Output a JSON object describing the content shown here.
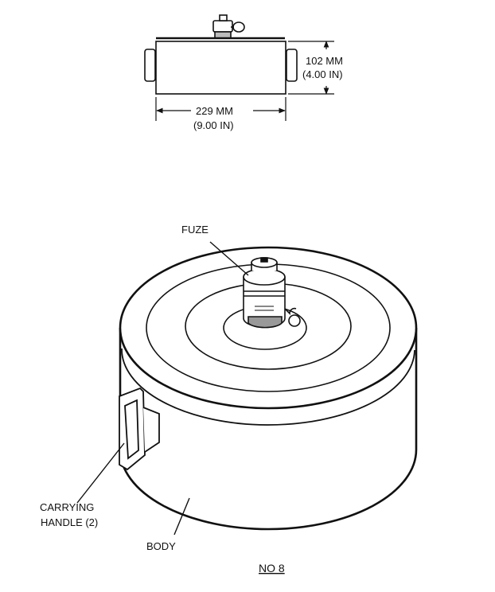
{
  "top_view": {
    "height_metric": "102 MM",
    "height_imperial": "(4.00 IN)",
    "width_metric": "229 MM",
    "width_imperial": "(9.00 IN)"
  },
  "iso_view": {
    "fuze_label": "FUZE",
    "handle_label_line1": "CARRYING",
    "handle_label_line2": "HANDLE (2)",
    "body_label": "BODY"
  },
  "caption": "NO 8"
}
